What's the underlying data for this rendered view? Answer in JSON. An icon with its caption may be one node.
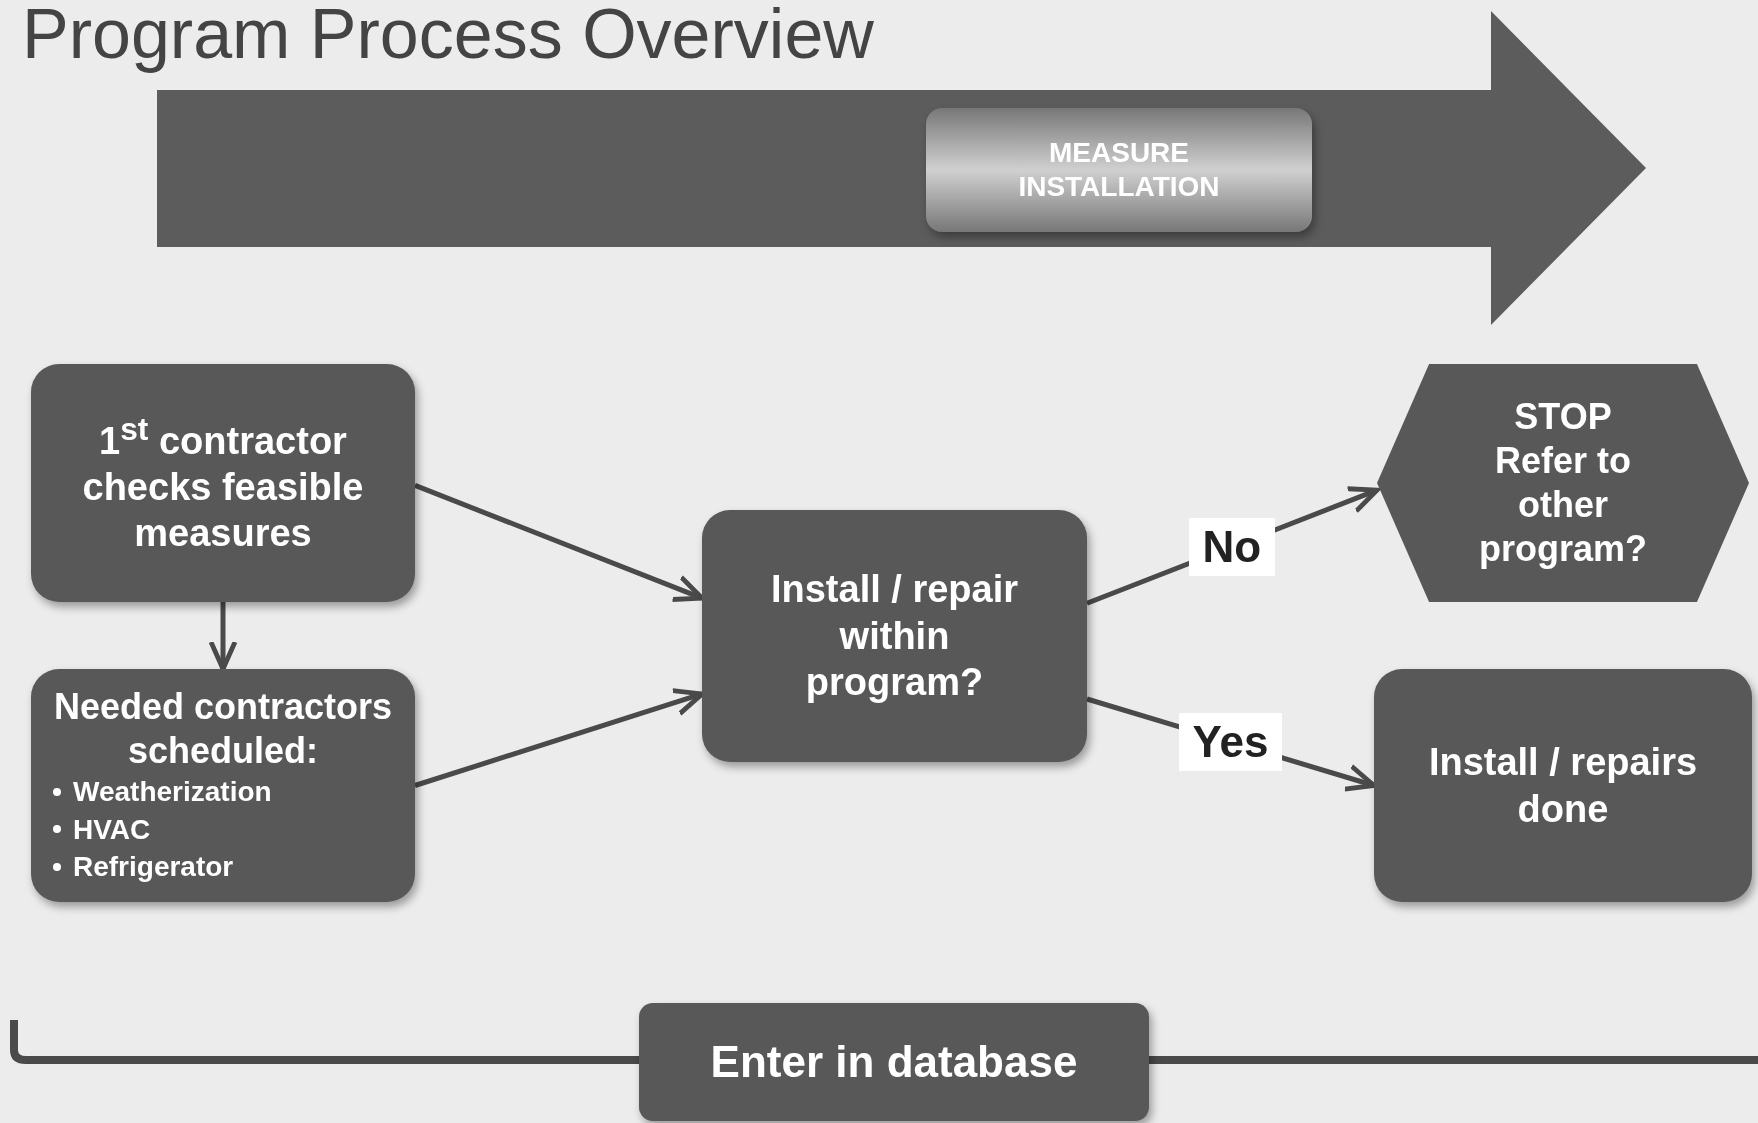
{
  "diagram": {
    "title": "Program Process Overview",
    "nodes": [
      {
        "text": [
          "MEASURE INSTALLATION"
        ]
      },
      {
        "text": [
          "1$^{st}$ contractor checks feasible measures"
        ]
      },
      {
        "text": [
          "Needed contractors scheduled:",
          "Weatherization",
          "HVAC",
          "Refrigerator"
        ]
      },
      {
        "text": [
          "Install / repair within program?"
        ]
      },
      {
        "text": [
          "STOP Refer to other program?"
        ]
      },
      {
        "text": [
          "Install / repairs done"
        ]
      },
      {
        "text": [
          "Enter in database"
        ]
      }
    ],
    "edges": [
      {
        "from": 1,
        "to": 2,
        "arrow": "to"
      },
      {
        "from": 1,
        "to": 3,
        "arrow": "to"
      },
      {
        "from": 2,
        "to": 3,
        "arrow": "to"
      },
      {
        "from": 3,
        "to": 4,
        "arrow": "to",
        "label": "No"
      },
      {
        "from": 3,
        "to": 5,
        "arrow": "to",
        "label": "Yes"
      }
    ]
  }
}
